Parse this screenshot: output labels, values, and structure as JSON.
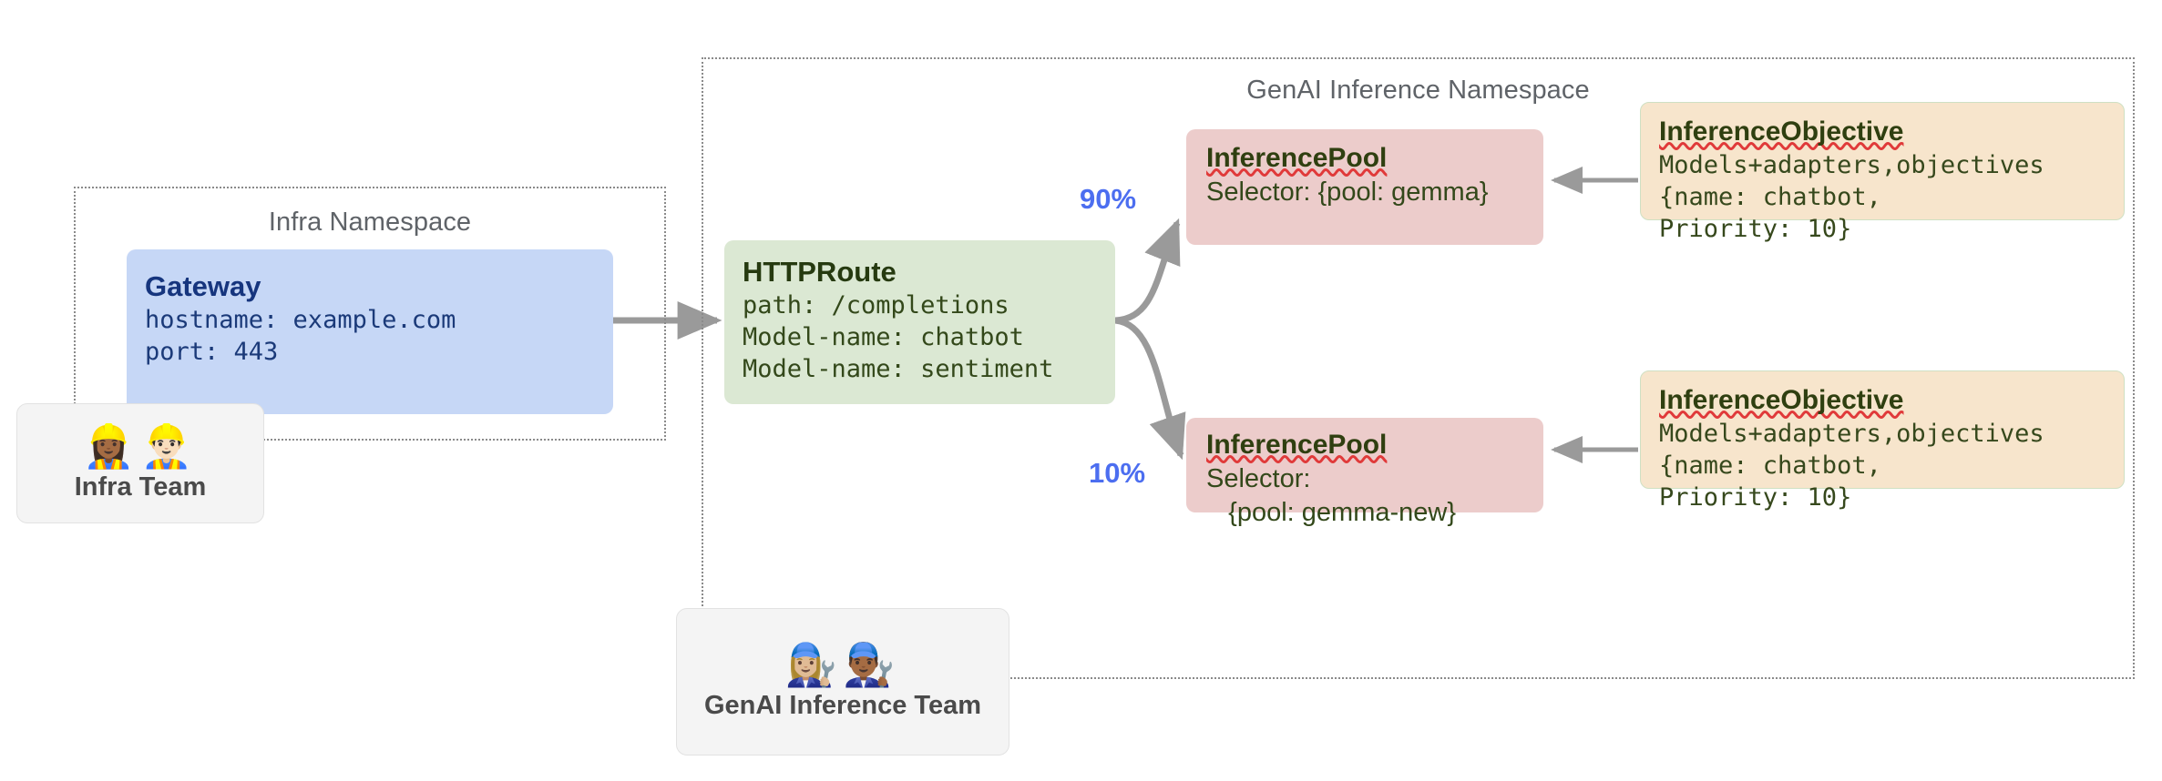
{
  "diagram": {
    "namespaces": [
      {
        "id": "infra",
        "label": "Infra Namespace"
      },
      {
        "id": "genai",
        "label": "GenAI Inference Namespace"
      }
    ],
    "gateway": {
      "title": "Gateway",
      "line1": "hostname: example.com",
      "line2": "port: 443"
    },
    "httproute": {
      "title": "HTTPRoute",
      "line1": "path: /completions",
      "line2": "Model-name: chatbot",
      "line3": "Model-name: sentiment"
    },
    "pools": [
      {
        "title": "InferencePool",
        "line1": "Selector: {pool: gemma}",
        "line2": "",
        "weight": "90%"
      },
      {
        "title": "InferencePool",
        "line1": "Selector:",
        "line2": "   {pool: gemma-new}",
        "weight": "10%"
      }
    ],
    "objectives": [
      {
        "title": "InferenceObjective",
        "line1": "Models+adapters,objectives",
        "line2": "{name: chatbot,",
        "line3": "Priority: 10}"
      },
      {
        "title": "InferenceObjective",
        "line1": "Models+adapters,objectives",
        "line2": "{name: chatbot,",
        "line3": "Priority: 10}"
      }
    ],
    "teams": [
      {
        "id": "infra-team",
        "label": "Infra Team",
        "emojis": "👷🏾‍♀️👷🏻‍♂️",
        "icon_names": [
          "construction-worker-woman-icon",
          "construction-worker-man-icon"
        ]
      },
      {
        "id": "genai-inference-team",
        "label": "GenAI Inference Team",
        "emojis": "👩🏼‍🔧👨🏾‍🔧",
        "icon_names": [
          "mechanic-woman-icon",
          "mechanic-man-icon"
        ]
      }
    ],
    "colors": {
      "gateway_fill": "#c6d7f6",
      "gateway_text": "#16357e",
      "httproute_fill": "#dbe8d3",
      "httproute_text": "#263a10",
      "pool_fill": "#eccccb",
      "objective_fill": "#f7e5cc",
      "arrow": "#9a9a9a",
      "weight_label": "#4c6ef0",
      "namespace_border": "#8a8a8a",
      "team_fill": "#f4f4f4",
      "spellcheck_underline": "#e03a3a"
    }
  }
}
